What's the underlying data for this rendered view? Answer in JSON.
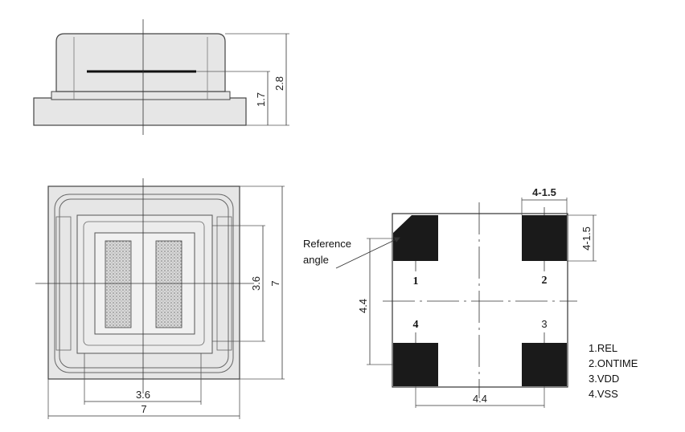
{
  "side_view": {
    "dim_inner_height": "1.7",
    "dim_total_height": "2.8"
  },
  "top_view": {
    "dim_inner_width": "3.6",
    "dim_outer_width": "7",
    "dim_inner_height": "3.6",
    "dim_outer_height": "7"
  },
  "footprint": {
    "dim_pad_width": "4-1.5",
    "dim_pad_height": "4-1.5",
    "dim_pitch_vertical": "4.4",
    "dim_pitch_horizontal": "4.4",
    "reference_line1": "Reference",
    "reference_line2": "angle",
    "pad_labels": [
      "1",
      "2",
      "3",
      "4"
    ]
  },
  "pin_legend": [
    "1.REL",
    "2.ONTIME",
    "3.VDD",
    "4.VSS"
  ],
  "colors": {
    "line": "#333333",
    "body_fill": "#e6e6e6",
    "pad_fill": "#1a1a1a"
  }
}
